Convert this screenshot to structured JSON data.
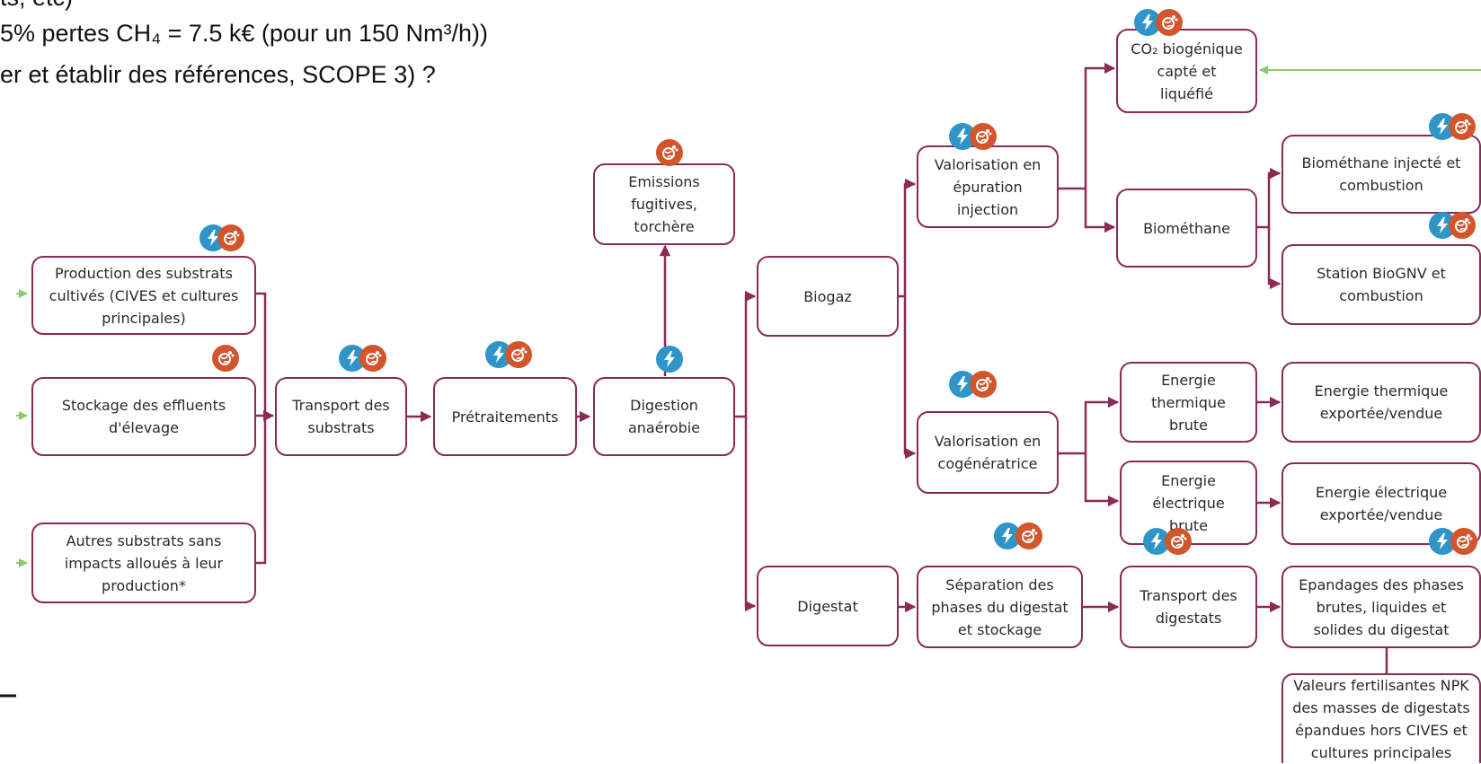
{
  "header": {
    "line1_partial": "ts, etc)",
    "line2": "5% pertes CH₄ =  7.5 k€ (pour un 150 Nm³/h))",
    "line3": "er et établir des références, SCOPE 3) ?"
  },
  "colors": {
    "box_border": "#8b2a55",
    "connector": "#8b2a55",
    "energy_badge": "#2f95c9",
    "climate_badge": "#d2552c",
    "input_arrow": "#8cc96a"
  },
  "icons": {
    "energy": "lightning-bolt-icon",
    "climate": "globe-smoke-icon"
  },
  "boxes": {
    "production_substrats": "Production des substrats\ncultivés (CIVES et cultures\nprincipales)",
    "stockage_effluents": "Stockage des effluents\nd'élevage",
    "autres_substrats": "Autres substrats sans\nimpacts alloués à leur\nproduction*",
    "transport_substrats": "Transport des\nsubstrats",
    "pretraitements": "Prétraitements",
    "digestion": "Digestion\nanaérobie",
    "emissions": "Emissions\nfugitives,\ntorchère",
    "biogaz": "Biogaz",
    "digestat": "Digestat",
    "valorisation_epuration": "Valorisation en\népuration\ninjection",
    "valorisation_cogen": "Valorisation en\ncogénératrice",
    "co2": "CO₂ biogénique\ncapté et\nliquéfié",
    "biomethane": "Biométhane",
    "biomethane_injecte": "Biométhane injecté et\ncombustion",
    "station_biognv": "Station BioGNV et\ncombustion",
    "energie_thermique_brute": "Energie\nthermique\nbrute",
    "energie_electrique_brute": "Energie\nélectrique\nbrute",
    "energie_thermique_exportee": "Energie thermique\nexportée/vendue",
    "energie_electrique_exportee": "Energie électrique\nexportée/vendue",
    "separation_phases": "Séparation des\nphases du digestat\net stockage",
    "transport_digestats": "Transport des\ndigestats",
    "epandages": "Epandages des phases\nbrutes, liquides et\nsolides du digestat",
    "valeurs_fertilisantes": "Valeurs fertilisantes NPK\ndes masses de digestats\népandues hors CIVES et\ncultures principales"
  }
}
